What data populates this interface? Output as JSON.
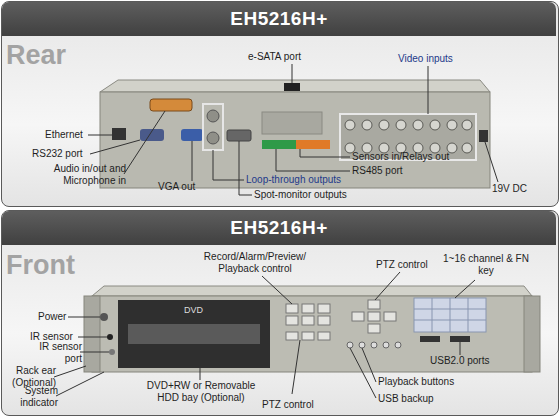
{
  "diagram": {
    "nodes": [
      {
        "text": [
          "EH5216H+"
        ]
      },
      {
        "text": [
          "EH5216H+"
        ]
      }
    ],
    "labels": [
      "Rear",
      "e-SATA port",
      "Video inputs",
      "Ethernet",
      "RS232 port",
      "Audio in/out and Microphone in",
      "VGA out",
      "Loop-through outputs",
      "Spot-monitor outputs",
      "Sensors in/Relays out",
      "RS485 port",
      "19V DC",
      "Front",
      "Record/Alarm/Preview/ Playback control",
      "PTZ control",
      "1~16 channel & FN key",
      "Power",
      "IR sensor",
      "IR sensor port",
      "Rack ear (Optional)",
      "System indicator",
      "DVD",
      "DVD+RW or Removable HDD bay (Optional)",
      "PTZ control",
      "Playback buttons",
      "USB backup",
      "USB2.0 ports"
    ]
  }
}
